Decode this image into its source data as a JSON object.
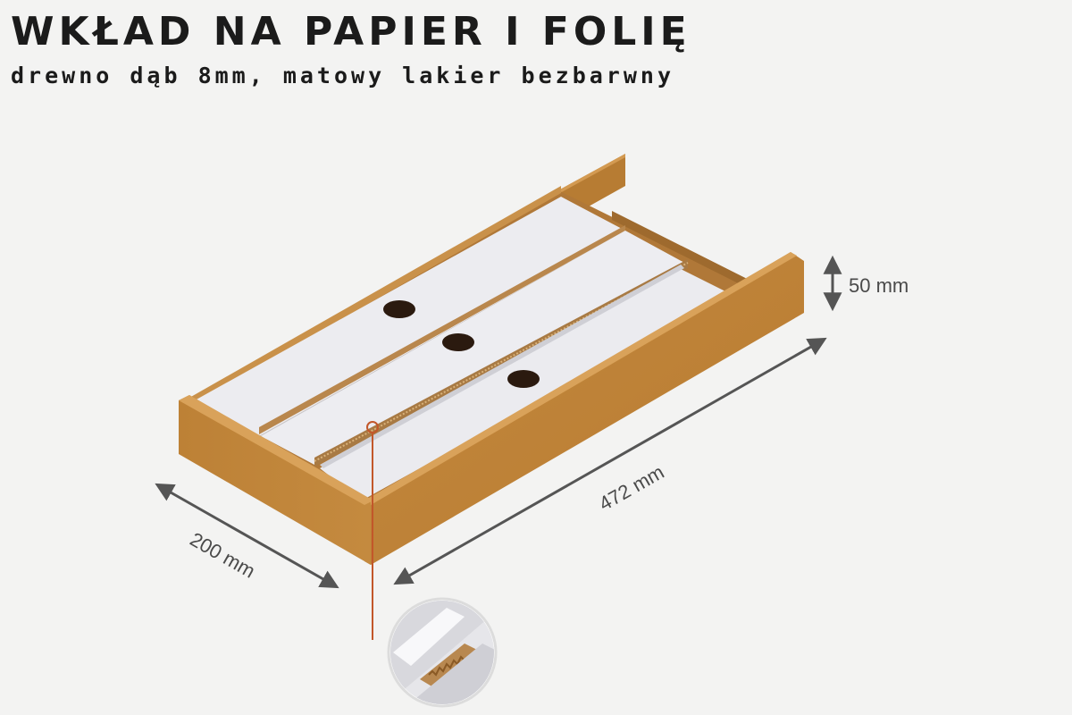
{
  "product": {
    "title": "WKŁAD NA PAPIER I FOLIĘ",
    "subtitle": "drewno dąb 8mm, matowy lakier bezbarwny"
  },
  "dimensions": {
    "height": "50 mm",
    "length": "472 mm",
    "width": "200 mm"
  },
  "colors": {
    "wood": "#c48a3f",
    "panel": "#ececf0",
    "arrow": "#555555",
    "callout": "#c2572a"
  },
  "icons": {
    "detail_magnifier": "cutter-detail-zoom"
  }
}
